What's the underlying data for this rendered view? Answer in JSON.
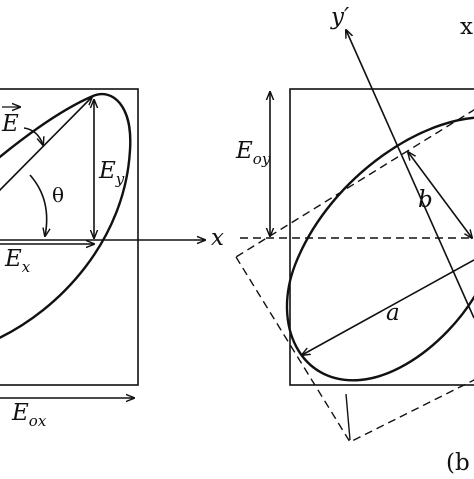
{
  "left_panel": {
    "field_vector_label": "E",
    "angle_label": "θ",
    "ey_label": "E",
    "ey_sub": "y",
    "ex_label": "E",
    "ex_sub": "x",
    "x_axis_label": "x",
    "eox_label": "E",
    "eox_sub": "ox"
  },
  "right_panel": {
    "y_prime_label": "y′",
    "eoy_label": "E",
    "eoy_sub": "oy",
    "semi_minor_label": "b",
    "semi_major_label": "a",
    "panel_label": "(b",
    "corner_glyph": "ⅹ"
  }
}
